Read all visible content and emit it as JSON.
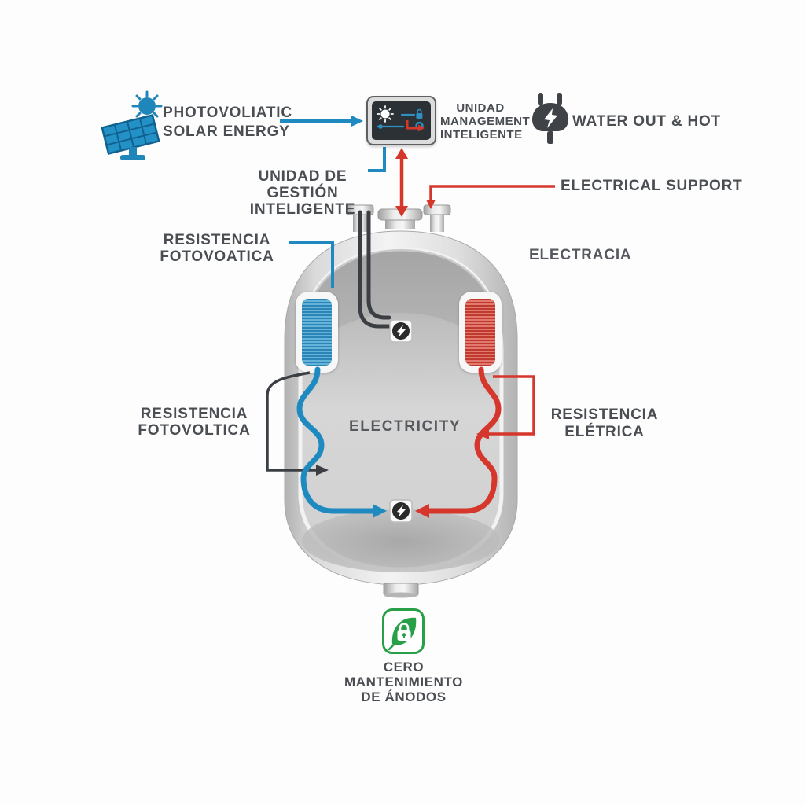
{
  "diagram_title": "solar-electric-water-heater-diagram",
  "colors": {
    "accent_blue": "#1f8ac0",
    "accent_red": "#d6372c",
    "dark_wire": "#3b3f43",
    "label_text": "#4a4e53",
    "eco_green": "#27a047",
    "tank_gray": "#d9d9d9"
  },
  "labels": {
    "solar_line1": "PHOTOVOLIATIC",
    "solar_line2": "SOLAR ENERGY",
    "unit_line1": "UNIDAD",
    "unit_line2": "MANAGEMENT",
    "unit_line3": "INTELIGENTE",
    "water_out": "WATER OUT & HOT",
    "gestion_line1": "UNIDAD DE GESTIÓN",
    "gestion_line2": "INTELIGENTE",
    "electrical_support": "ELECTRICAL SUPPORT",
    "res_foto_top_line1": "RESISTENCIA",
    "res_foto_top_line2": "FOTOVOATICA",
    "electracia": "ELECTRACIA",
    "res_foto_mid_line1": "RESISTENCIA",
    "res_foto_mid_line2": "FOTOVOLTICA",
    "electricity": "ELECTRICITY",
    "res_electrica_line1": "RESISTENCIA",
    "res_electrica_line2": "ELÉTRICA",
    "cero_line1": "CERO",
    "cero_line2": "MANTENIMIENTO",
    "cero_line3": "DE ÁNODOS"
  },
  "icons": {
    "solar_panel": "solar-panel-sun-icon",
    "control_unit": "smart-control-display-icon",
    "power_plug": "power-plug-bolt-icon",
    "connector_top": "lightning-connector-icon",
    "connector_bottom": "lightning-connector-icon",
    "leaf_lock": "leaf-padlock-icon"
  }
}
